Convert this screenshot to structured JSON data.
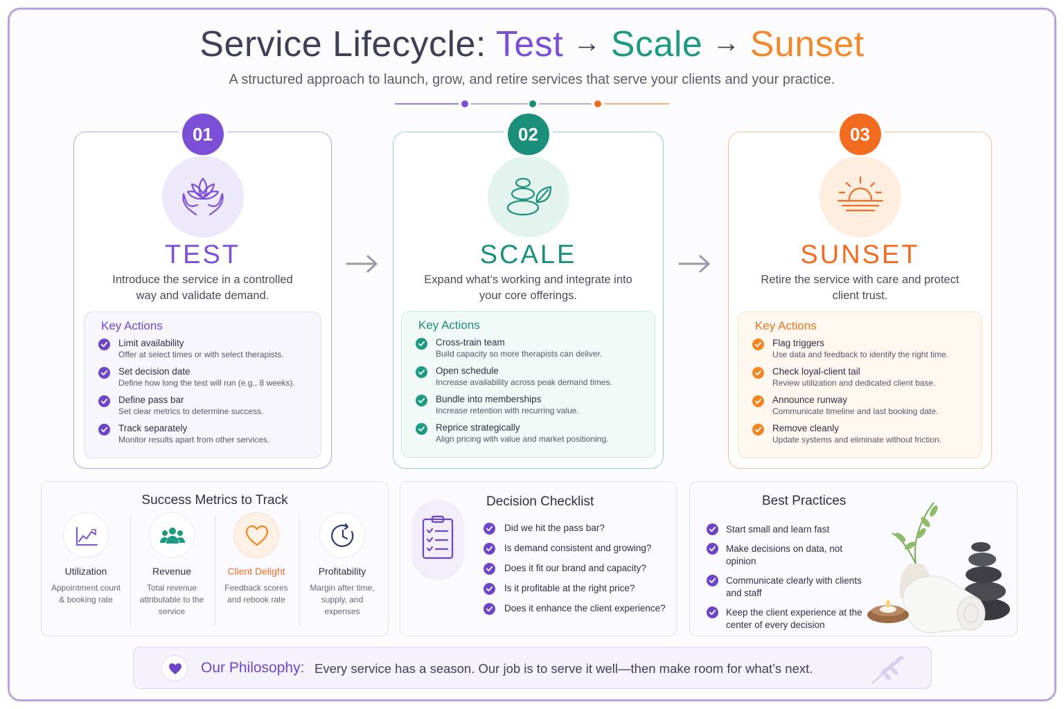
{
  "header": {
    "title_prefix": "Service Lifecycle: ",
    "title_test": "Test",
    "title_scale": "Scale",
    "title_sunset": "Sunset",
    "arrow": "→",
    "subtitle": "A structured approach to launch, grow, and retire services that serve your clients and your practice."
  },
  "colors": {
    "test": "#7b4fd6",
    "scale": "#1a8f7a",
    "sunset": "#f26b1f",
    "frame": "#b6a3dc"
  },
  "stages": [
    {
      "number": "01",
      "name": "TEST",
      "icon": "lotus-hands-icon",
      "description": "Introduce the service  in a controlled way and validate demand.",
      "actions_title": "Key Actions",
      "actions": [
        {
          "title": "Limit availability",
          "sub": "Offer at select times or with select therapists."
        },
        {
          "title": "Set decision date",
          "sub": "Define how long the test will run (e.g., 8 weeks)."
        },
        {
          "title": "Define pass bar",
          "sub": "Set clear metrics to determine success."
        },
        {
          "title": "Track separately",
          "sub": "Monitor results apart from other services."
        }
      ]
    },
    {
      "number": "02",
      "name": "SCALE",
      "icon": "stacked-stones-leaf-icon",
      "description": "Expand what’s working and integrate into your core offerings.",
      "actions_title": "Key Actions",
      "actions": [
        {
          "title": "Cross-train team",
          "sub": "Build capacity so more therapists can deliver."
        },
        {
          "title": "Open schedule",
          "sub": "Increase availability across peak demand times."
        },
        {
          "title": "Bundle into memberships",
          "sub": "Increase retention with recurring value."
        },
        {
          "title": "Reprice strategically",
          "sub": "Align pricing with value and market positioning."
        }
      ]
    },
    {
      "number": "03",
      "name": "SUNSET",
      "icon": "sunset-icon",
      "description": "Retire the service with care and protect client trust.",
      "actions_title": "Key Actions",
      "actions": [
        {
          "title": "Flag triggers",
          "sub": "Use data and feedback to identify the right time."
        },
        {
          "title": "Check loyal-client tail",
          "sub": "Review utilization and dedicated client base."
        },
        {
          "title": "Announce runway",
          "sub": "Communicate timeline and last booking date."
        },
        {
          "title": "Remove cleanly",
          "sub": "Update systems and eliminate without friction."
        }
      ]
    }
  ],
  "metrics": {
    "title": "Success Metrics to Track",
    "items": [
      {
        "title": "Utilization",
        "desc": "Appointment count & booking rate",
        "icon": "trend-chart-icon"
      },
      {
        "title": "Revenue",
        "desc": "Total revenue attributable to the service",
        "icon": "team-icon"
      },
      {
        "title": "Client Delight",
        "desc": "Feedback scores and rebook rate",
        "icon": "heart-icon"
      },
      {
        "title": "Profitability",
        "desc": "Margin after time, supply, and expenses",
        "icon": "clock-refresh-icon"
      }
    ]
  },
  "checklist": {
    "title": "Decision Checklist",
    "icon": "clipboard-checklist-icon",
    "items": [
      "Did we hit the pass bar?",
      "Is demand consistent and growing?",
      "Does it fit our brand and capacity?",
      "Is it profitable at the right price?",
      "Does it enhance the client experience?"
    ]
  },
  "practices": {
    "title": "Best Practices",
    "items": [
      "Start small and learn fast",
      "Make decisions on data, not opinion",
      "Communicate clearly with clients and staff",
      "Keep the client experience at the center of every decision"
    ]
  },
  "philosophy": {
    "label": "Our Philosophy:",
    "text": "Every service has a season. Our job is to serve it well—then make room for what’s next."
  }
}
